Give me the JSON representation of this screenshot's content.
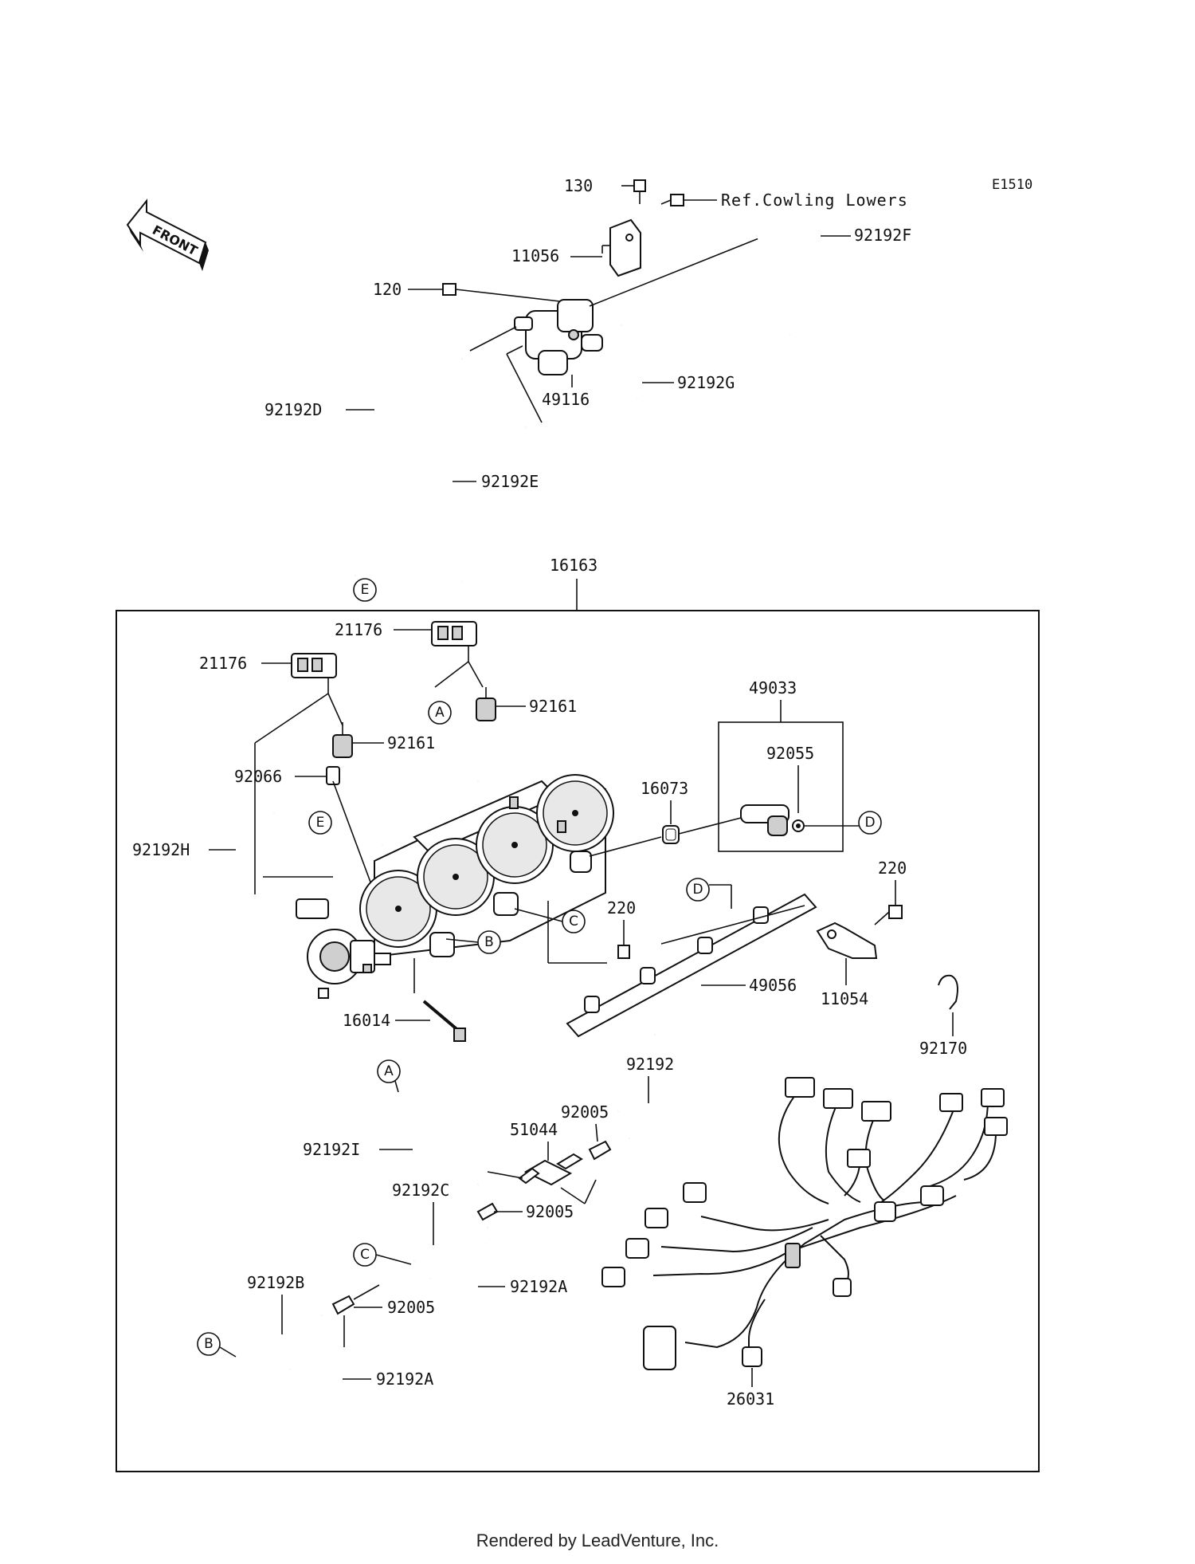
{
  "drawing_code": "E1510",
  "front_arrow_label": "FRONT",
  "ref_note": "Ref.Cowling Lowers",
  "assembly_label": "16163",
  "footer": "Rendered by LeadVenture, Inc.",
  "parts": {
    "p130": "130",
    "p11056": "11056",
    "p120": "120",
    "p92192F": "92192F",
    "p49116": "49116",
    "p92192G": "92192G",
    "p92192D": "92192D",
    "p92192E": "92192E",
    "p21176_top": "21176",
    "p21176_left": "21176",
    "p92161_right": "92161",
    "p92161_left": "92161",
    "p49033": "49033",
    "p92055": "92055",
    "p16073": "16073",
    "p92066": "92066",
    "p92192H": "92192H",
    "p220_left": "220",
    "p220_right": "220",
    "p49056": "49056",
    "p11054": "11054",
    "p16014": "16014",
    "p92170": "92170",
    "p92192": "92192",
    "p92005_top": "92005",
    "p51044": "51044",
    "p92192I": "92192I",
    "p92192C": "92192C",
    "p92005_mid": "92005",
    "p92192A_upper": "92192A",
    "p92192B": "92192B",
    "p92005_low": "92005",
    "p92192A_lower": "92192A",
    "p26031": "26031"
  },
  "callouts": {
    "A_top": "A",
    "A_low": "A",
    "B_mid": "B",
    "B_low": "B",
    "C_mid": "C",
    "C_low": "C",
    "D_right": "D",
    "D_rail": "D",
    "E_top": "E",
    "E_mid": "E"
  }
}
